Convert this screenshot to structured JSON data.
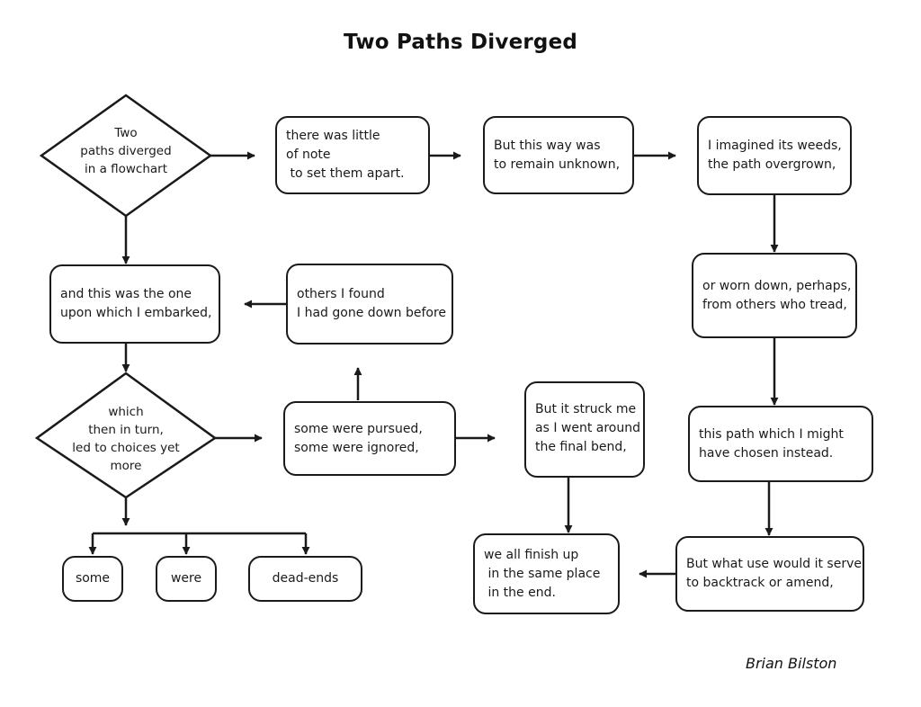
{
  "title": "Two Paths Diverged",
  "author": "Brian Bilston",
  "nodes": {
    "start_diamond": "Two\npaths diverged\nin a flowchart",
    "little_of_note": "there was little\nof note\n to set them apart.",
    "this_way": "But this way was\nto remain unknown,",
    "imagined": "I imagined its weeds,\nthe path overgrown,",
    "worn_down": "or worn down, perhaps,\nfrom others who tread,",
    "this_path": "this path which I might\nhave chosen instead.",
    "what_use": "But what use would it serve\nto backtrack or amend,",
    "we_all_finish": "we all finish up\n in the same place\n in the end.",
    "struck_me": "But it struck me\nas I went around\nthe final bend,",
    "pursued": "some were pursued,\nsome were ignored,",
    "others_found": "others I found\nI had gone down before",
    "embarked": "and this was the one\nupon which I embarked,",
    "choices_diamond": "which\nthen in turn,\nled to choices yet\nmore",
    "some": "some",
    "were": "were",
    "dead_ends": "dead-ends"
  }
}
